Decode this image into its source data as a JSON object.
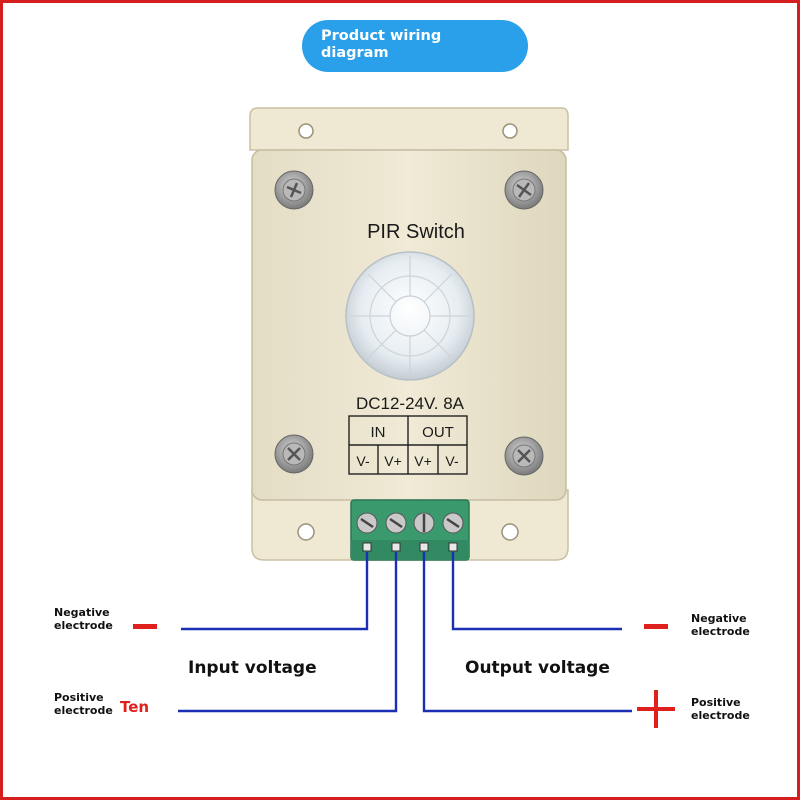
{
  "header": {
    "title_line1": "Product wiring",
    "title_line2": "diagram"
  },
  "device": {
    "name": "PIR Switch",
    "rating": "DC12-24V. 8A",
    "in_label": "IN",
    "out_label": "OUT",
    "terminals": [
      "V-",
      "V+",
      "V+",
      "V-"
    ]
  },
  "input": {
    "title": "Input voltage",
    "negative_label_1": "Negative",
    "negative_label_2": "electrode",
    "positive_label_1": "Positive",
    "positive_label_2": "electrode",
    "positive_symbol": "Ten"
  },
  "output": {
    "title": "Output voltage",
    "negative_label_1": "Negative",
    "negative_label_2": "electrode",
    "positive_label_1": "Positive",
    "positive_label_2": "electrode"
  },
  "colors": {
    "frame": "#d51f1f",
    "pill": "#2aa0ea",
    "wire": "#1a2fb3",
    "symbol": "#e0201d",
    "terminal_block": "#3a9a6e",
    "housing": "#ece6cf"
  }
}
